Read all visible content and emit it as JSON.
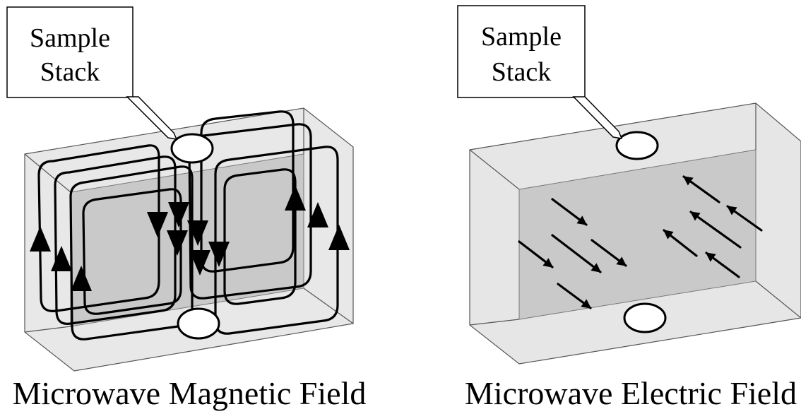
{
  "panels": [
    {
      "callout": {
        "line1": "Sample",
        "line2": "Stack"
      },
      "caption": "Microwave Magnetic Field"
    },
    {
      "callout": {
        "line1": "Sample",
        "line2": "Stack"
      },
      "caption": "Microwave Electric Field"
    }
  ],
  "colors": {
    "cavity_face": "#e8e8e8",
    "cavity_back": "#c9c9c9",
    "cavity_side": "#dedede",
    "field_lines": "#000000",
    "sample_stack": "#ffffff"
  }
}
